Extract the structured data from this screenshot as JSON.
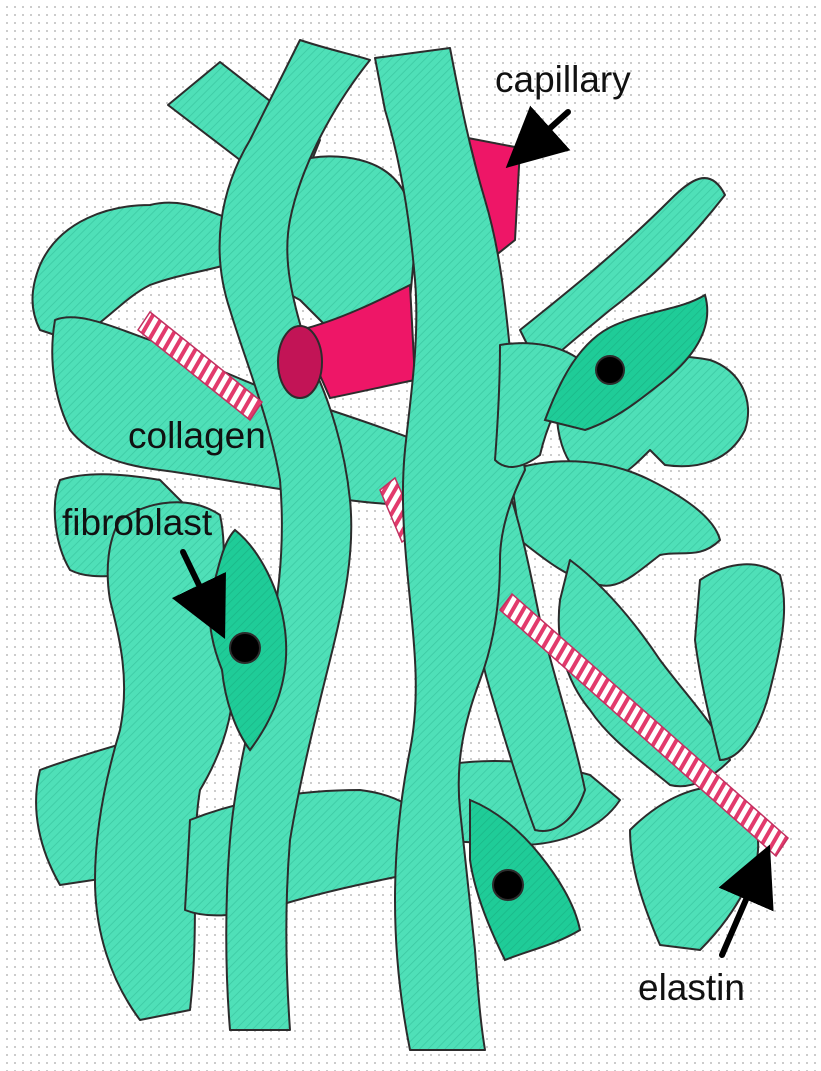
{
  "labels": {
    "capillary": "capillary",
    "collagen": "collagen",
    "fibroblast": "fibroblast",
    "elastin": "elastin"
  },
  "colors": {
    "collagen": "#4fe0b8",
    "collagen_hatch": "#2fa888",
    "fibroblast": "#1fcc98",
    "capillary": "#ee1667",
    "capillary_dark": "#c21456",
    "elastin_stripe": "#e23a6c",
    "outline": "#2c2c2c",
    "nucleus": "#000000",
    "arrow": "#000000"
  }
}
